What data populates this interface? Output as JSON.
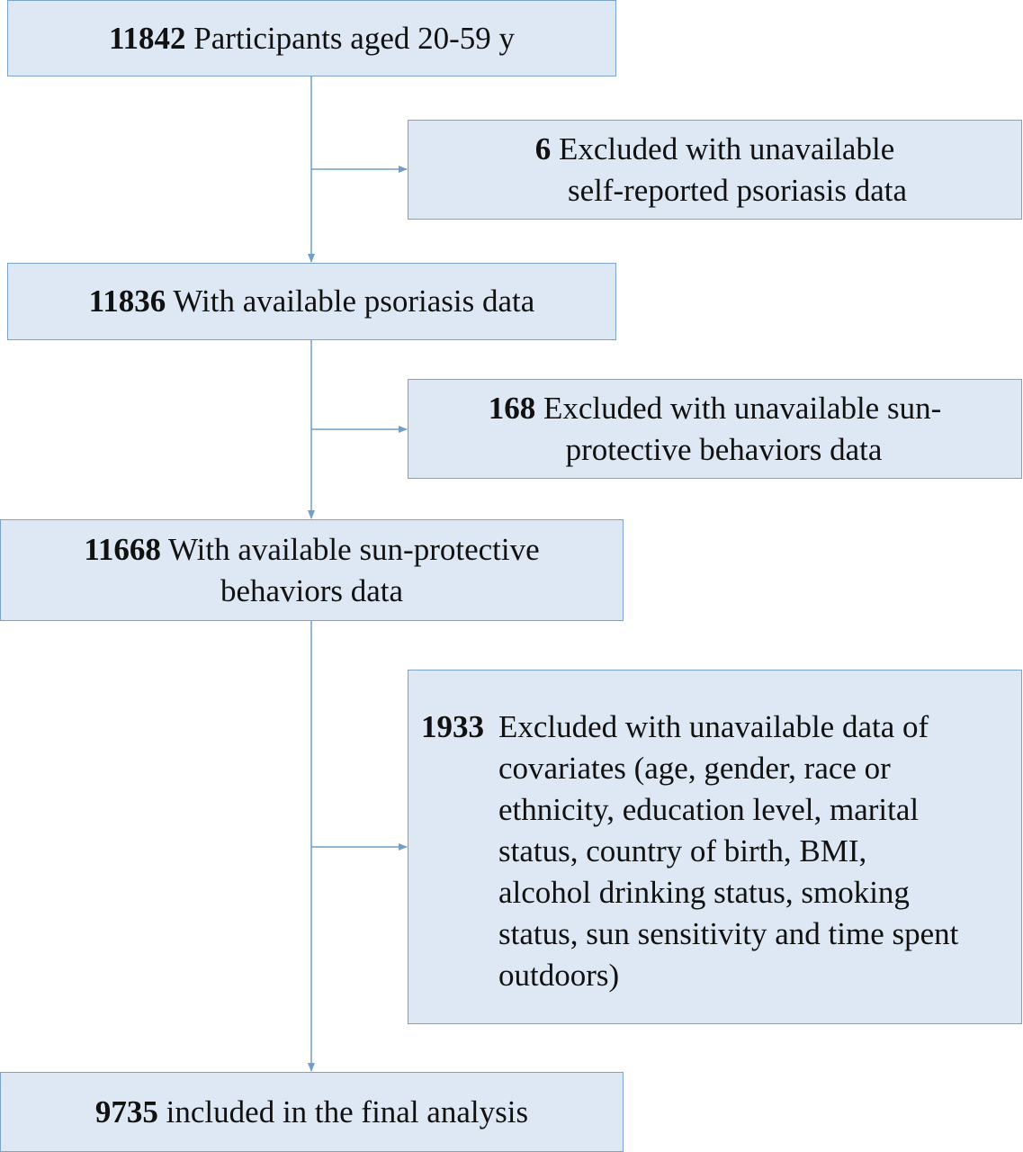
{
  "boxes": {
    "participants": {
      "number": "11842",
      "lines": [
        "Participants aged 20-59 y"
      ]
    },
    "exclusion_psoriasis": {
      "number": "6",
      "lines": [
        "Excluded with unavailable",
        "self-reported psoriasis data"
      ]
    },
    "available_psoriasis": {
      "number": "11836",
      "lines": [
        "With available psoriasis data"
      ]
    },
    "exclusion_sun": {
      "number": "168",
      "lines": [
        "Excluded with unavailable sun-",
        "protective behaviors data"
      ]
    },
    "available_sun": {
      "number": "11668",
      "lines": [
        "With available sun-protective",
        "behaviors data"
      ]
    },
    "exclusion_covariates": {
      "number": "1933",
      "lines": [
        "Excluded with unavailable data of",
        "covariates (age, gender, race or",
        "ethnicity, education level, marital",
        "status, country of birth, BMI,",
        "alcohol drinking status, smoking",
        "status, sun sensitivity and time spent",
        "outdoors)"
      ]
    },
    "final": {
      "number": "9735",
      "lines": [
        "included in the final analysis"
      ]
    }
  },
  "colors": {
    "box_fill": "#dde8f4",
    "box_border": "#7ba3c9",
    "connector": "#6f9fcb"
  }
}
